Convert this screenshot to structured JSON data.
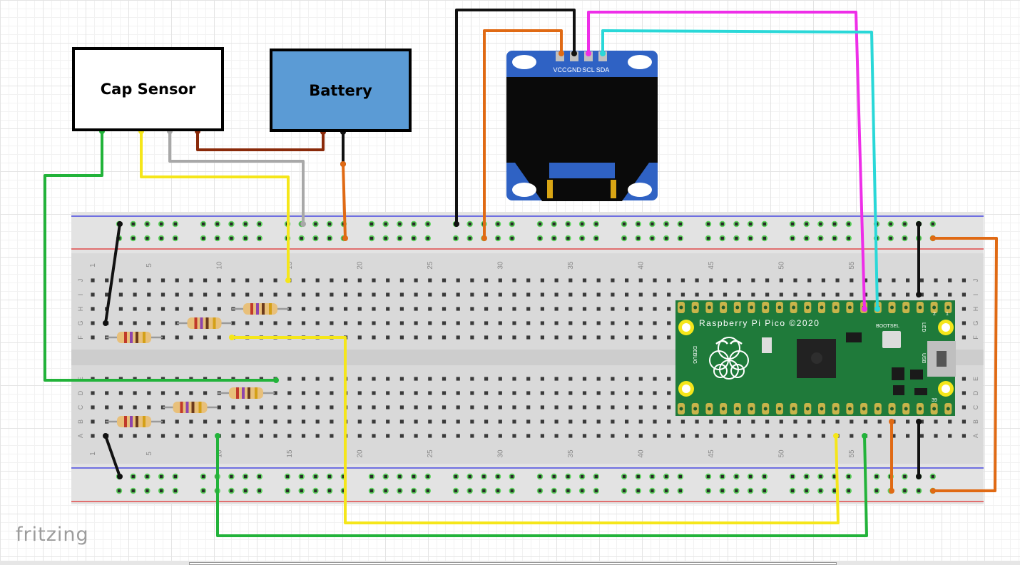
{
  "diagram": {
    "cap_sensor_label": "Cap Sensor",
    "battery_label": "Battery",
    "oled_pins": [
      "VCC",
      "GND",
      "SCL",
      "SDA"
    ],
    "pico_title": "Raspberry Pi Pico ©2020",
    "pico_labels": {
      "debug": "DEBUG",
      "bootsel": "BOOTSEL",
      "usb": "USB",
      "led": "LED",
      "pin_top": "1",
      "pin_top2": "2",
      "pin_bottom": "39"
    },
    "breadboard_numbers": [
      "1",
      "5",
      "10",
      "15",
      "20",
      "25",
      "30",
      "35",
      "40",
      "45",
      "50",
      "55"
    ],
    "row_letters_top": [
      "J",
      "I",
      "H",
      "G",
      "F"
    ],
    "row_letters_bottom": [
      "E",
      "D",
      "C",
      "B",
      "A"
    ],
    "logo_text": "fritzing"
  },
  "colors": {
    "battery_fill": "#5b9bd5",
    "wire_green": "#22b33a",
    "wire_yellow": "#f5e61a",
    "wire_orange": "#e06a14",
    "wire_black": "#111111",
    "wire_magenta": "#ee2ee8",
    "wire_cyan": "#2ad8d8",
    "wire_brown": "#8a2a0a",
    "wire_gray": "#a8a8a8",
    "pico_green": "#1f7a3a",
    "oled_blue": "#2f62c4"
  }
}
